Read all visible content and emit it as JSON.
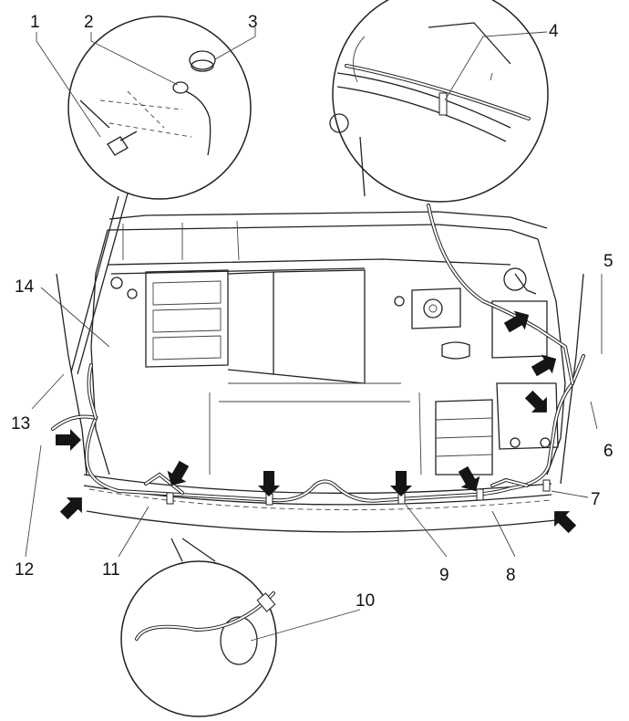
{
  "callouts": [
    "1",
    "2",
    "3",
    "4",
    "5",
    "6",
    "7",
    "8",
    "9",
    "10",
    "11",
    "12",
    "13",
    "14"
  ],
  "colors": {
    "ink": "#111111",
    "paper": "#ffffff",
    "arrow": "#151515"
  },
  "icons": [
    "black-arrow-icon",
    "clip-icon",
    "bolt-icon",
    "grommet-icon"
  ]
}
